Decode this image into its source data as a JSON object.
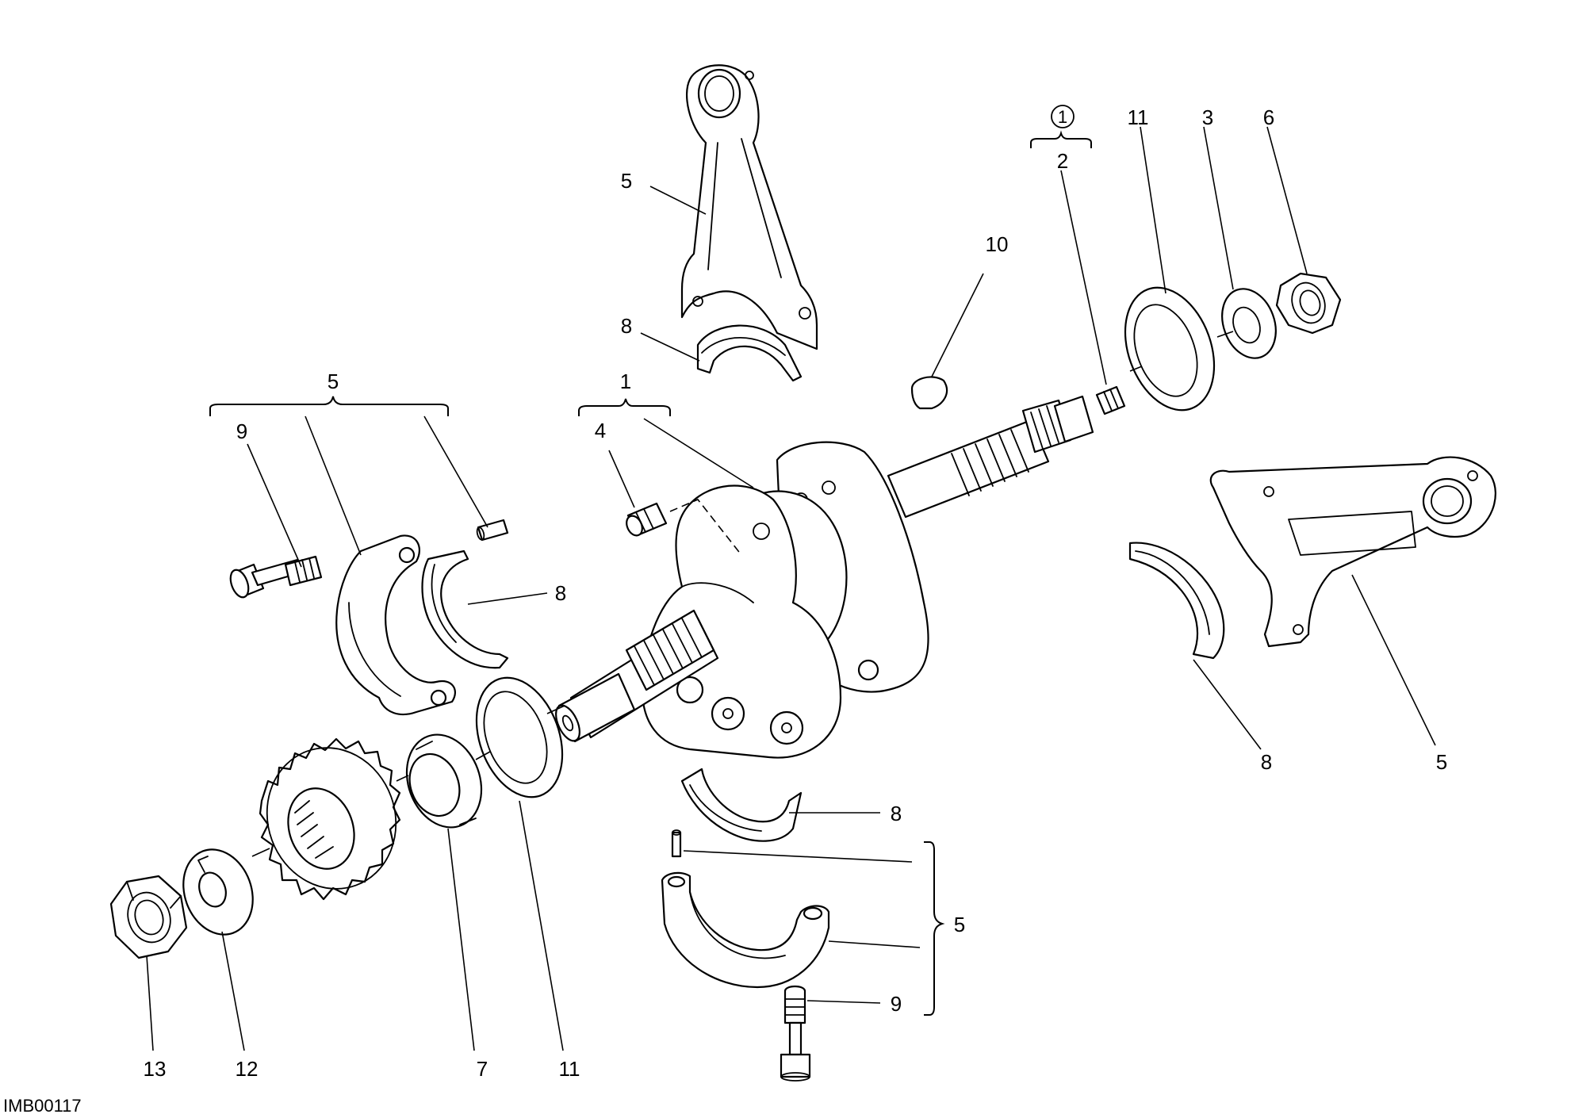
{
  "diagram": {
    "drawing_code": "IMB00117",
    "circled_mark": "1",
    "callouts": {
      "c1": "1",
      "c2": "2",
      "c3": "3",
      "c4": "4",
      "c5_rod_top": "5",
      "c5_group_left": "5",
      "c5_group_right": "5",
      "c5_rod_right": "5",
      "c6": "6",
      "c7": "7",
      "c8_top": "8",
      "c8_left": "8",
      "c8_right": "8",
      "c8_bottom": "8",
      "c9_left": "9",
      "c9_bottom": "9",
      "c10": "10",
      "c11_top": "11",
      "c11_bottom": "11",
      "c12": "12",
      "c13": "13"
    }
  }
}
